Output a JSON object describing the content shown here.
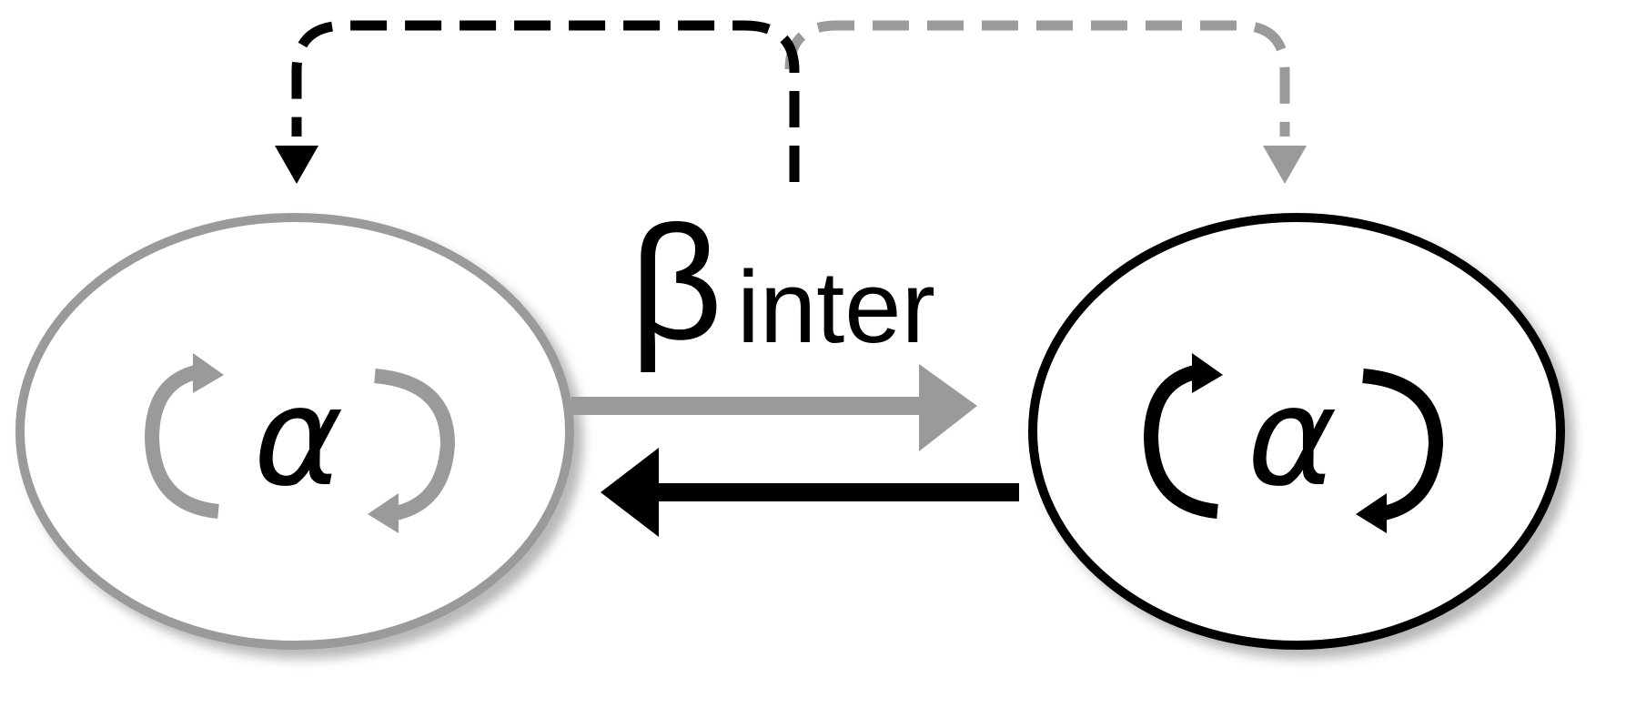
{
  "colors": {
    "left_node": "#9a9a9a",
    "right_node": "#000000",
    "gray_arrow": "#9a9a9a",
    "black_arrow": "#000000",
    "shadow": "#bdbdbd",
    "background": "#ffffff"
  },
  "nodes": {
    "left": {
      "self_label": "α",
      "icon": "self-loop-arrows-icon"
    },
    "right": {
      "self_label": "α",
      "icon": "self-loop-arrows-icon"
    }
  },
  "interaction": {
    "symbol": "β",
    "subscript": "inter"
  }
}
